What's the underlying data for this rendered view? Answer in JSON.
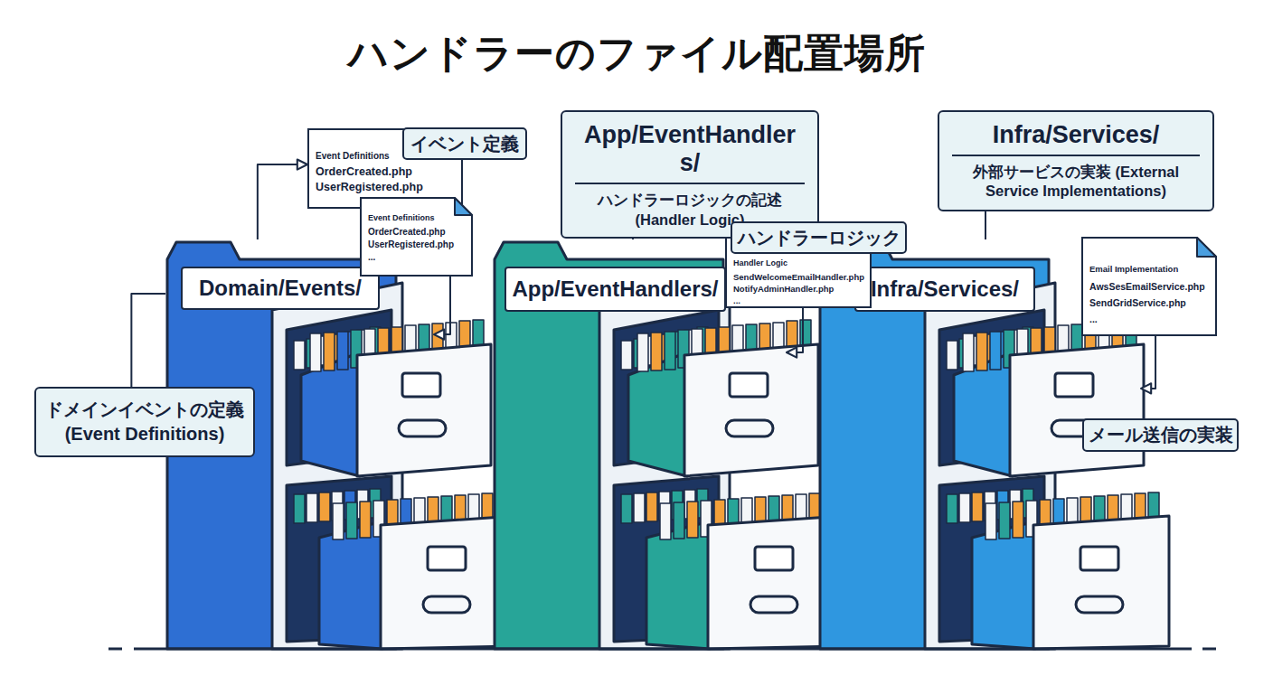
{
  "diagram": {
    "title": "ハンドラーのファイル配置場所",
    "nodes": [
      {
        "text": [
          "Event Definitions",
          "OrderCreated.php",
          "UserRegistered.php"
        ]
      },
      {
        "text": [
          "イベント定義"
        ]
      },
      {
        "text": [
          "Event Definitions",
          "OrderCreated.php",
          "UserRegistered.php",
          "..."
        ]
      },
      {
        "text": [
          "Domain/Events/"
        ]
      },
      {
        "text": [
          "ドメインイベントの定義 (Event Definitions)"
        ]
      },
      {
        "text": [
          "App/EventHandlers/",
          "ハンドラーロジックの記述 (Handler Logic)"
        ]
      },
      {
        "text": [
          "ハンドラーロジック"
        ]
      },
      {
        "text": [
          "Handler Logic",
          "SendWelcomeEmailHandler.php",
          "NotifyAdminHandler.php",
          "..."
        ]
      },
      {
        "text": [
          "App/EventHandlers/"
        ]
      },
      {
        "text": [
          "Infra/Services/",
          "外部サービスの実装 (External Service Implementations)"
        ]
      },
      {
        "text": [
          "Email Implementation",
          "AwsSesEmailService.php",
          "SendGridService.php",
          "..."
        ]
      },
      {
        "text": [
          "Infra/Services/"
        ]
      },
      {
        "text": [
          "メール送信の実装"
        ]
      }
    ],
    "edges": [
      {
        "from": 3,
        "to": 0,
        "arrow": "to"
      },
      {
        "from": 2,
        "to": 3,
        "arrow": "to"
      },
      {
        "from": 4,
        "to": 3,
        "arrow": "none"
      },
      {
        "from": 5,
        "to": 8,
        "arrow": "none"
      },
      {
        "from": 7,
        "to": 8,
        "arrow": "to"
      },
      {
        "from": 9,
        "to": 11,
        "arrow": "none"
      },
      {
        "from": 10,
        "to": 11,
        "arrow": "to"
      }
    ]
  }
}
